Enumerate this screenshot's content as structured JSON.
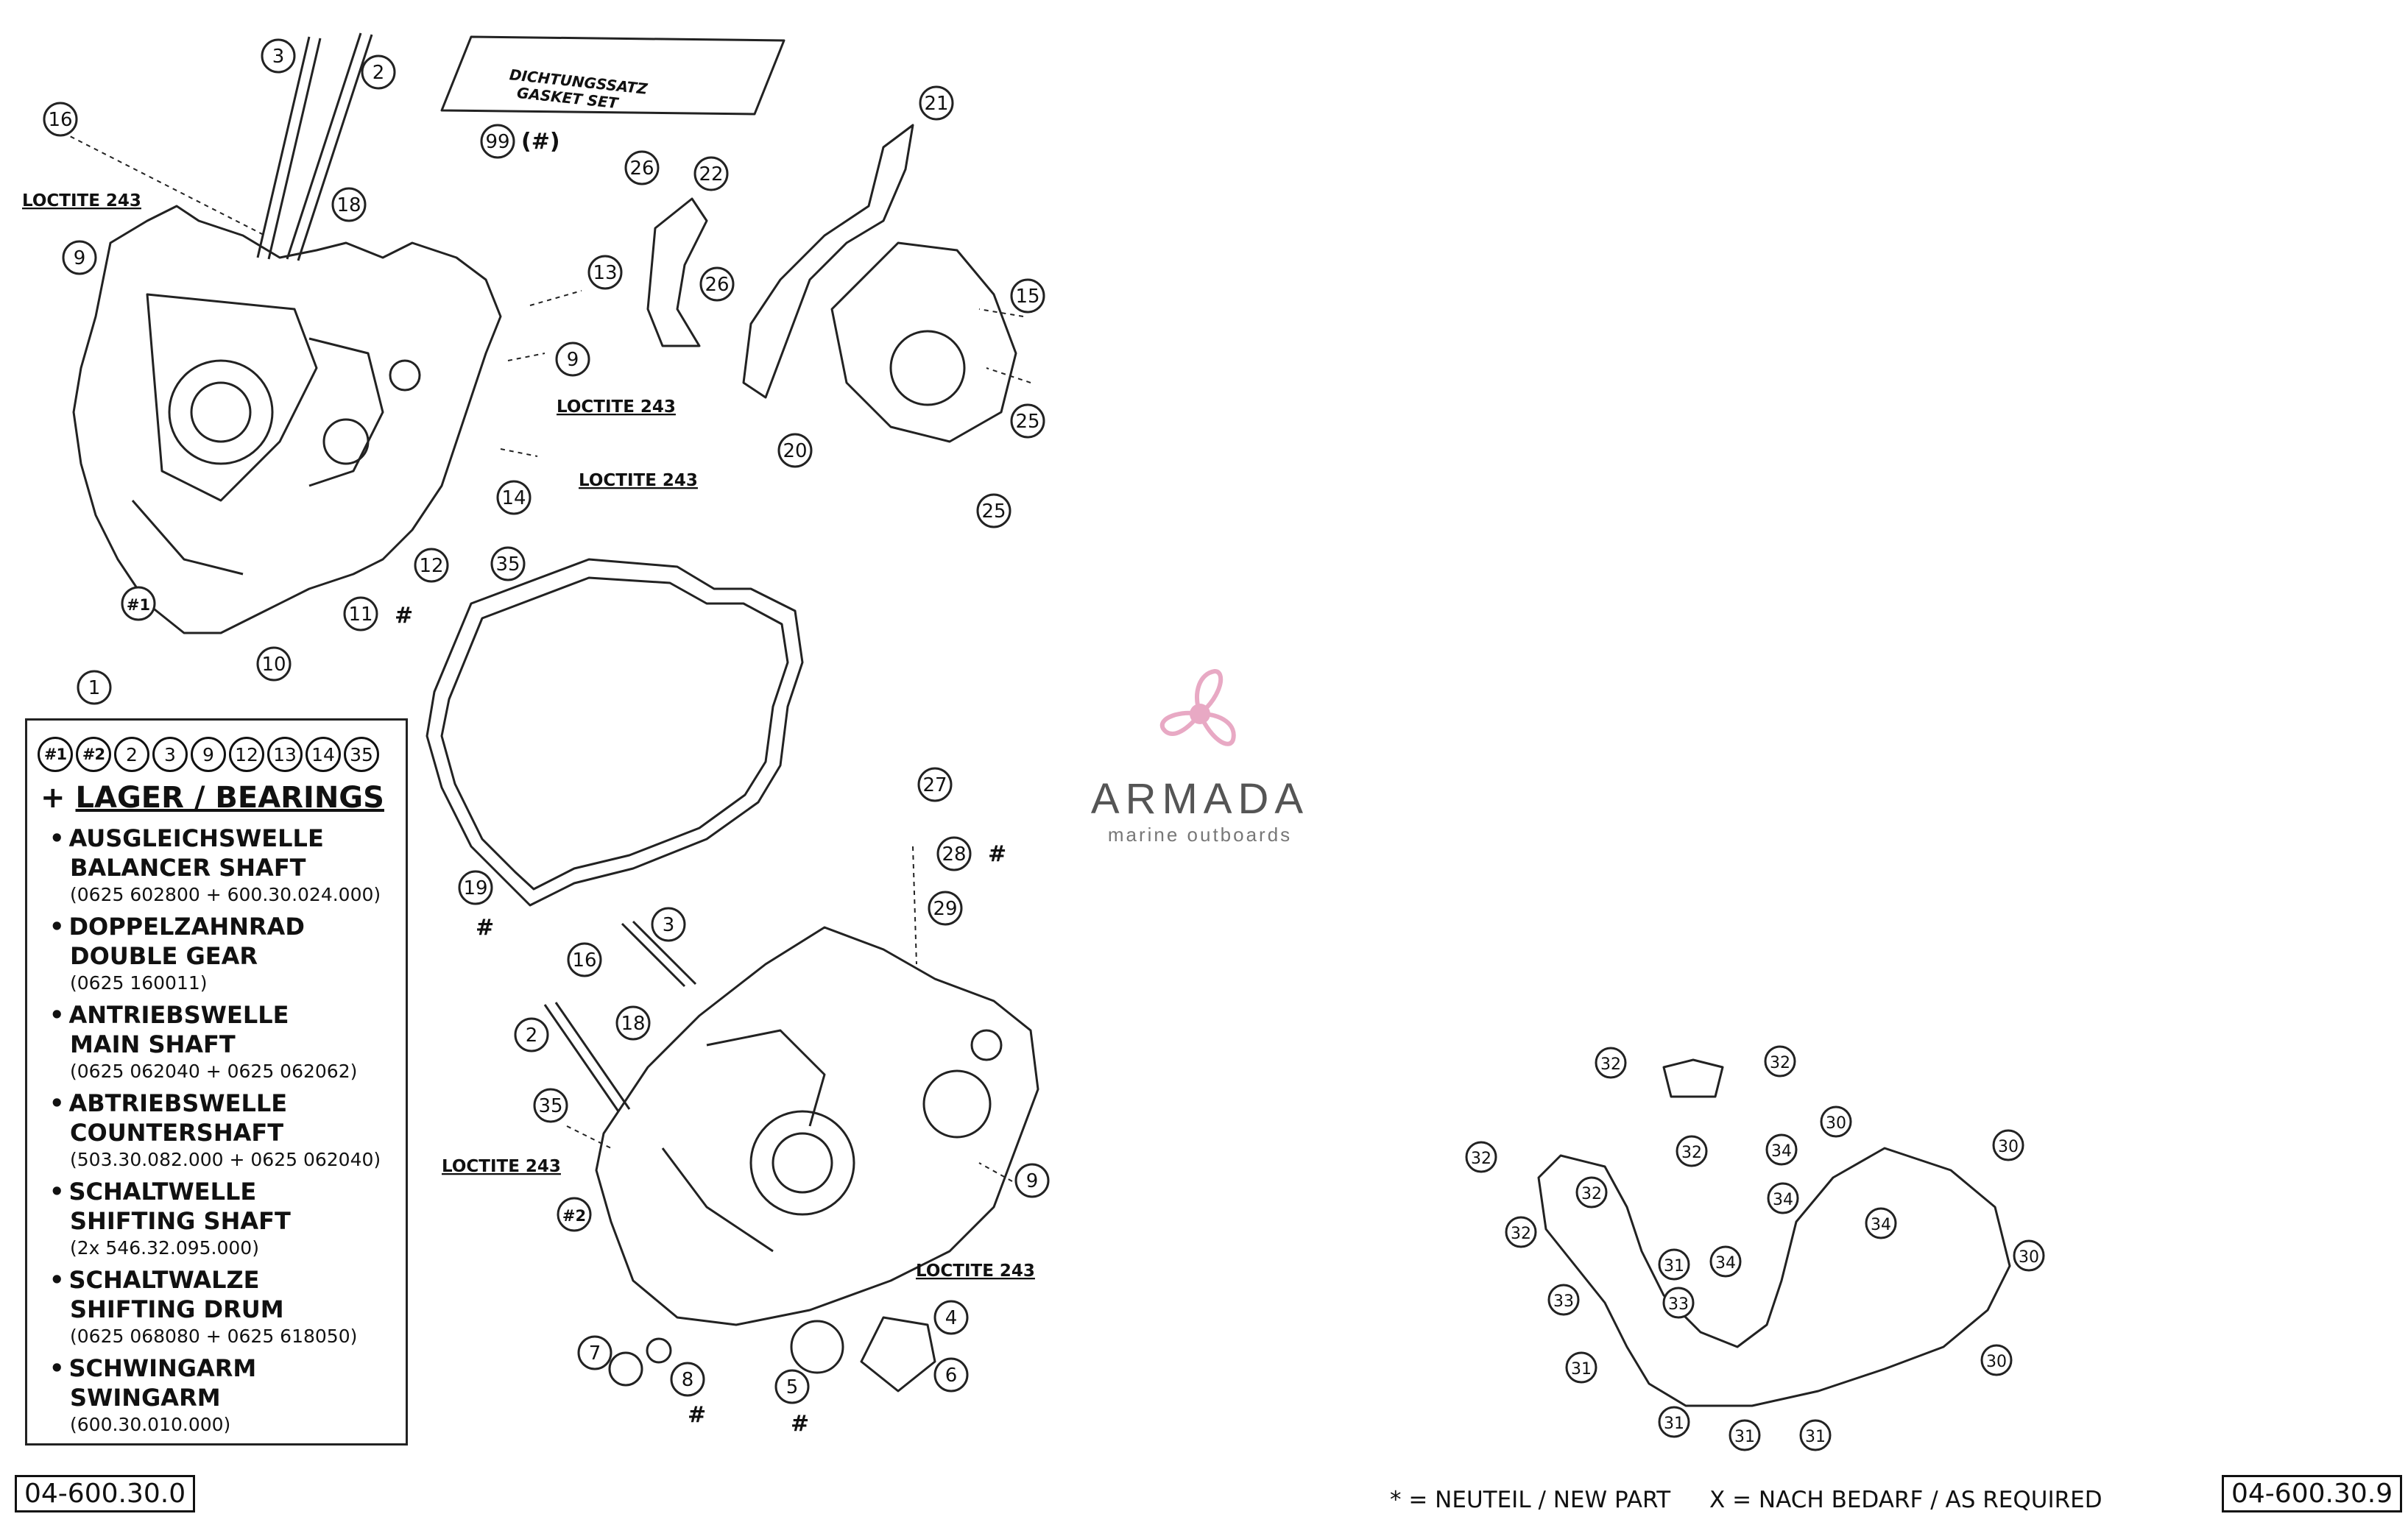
{
  "callouts": [
    {
      "label": "16"
    },
    {
      "label": "3"
    },
    {
      "label": "2"
    },
    {
      "label": "18"
    },
    {
      "label": "9"
    },
    {
      "label": "13"
    },
    {
      "label": "9"
    },
    {
      "label": "14"
    },
    {
      "label": "35"
    },
    {
      "label": "12"
    },
    {
      "label": "11"
    },
    {
      "label": "10"
    },
    {
      "label": "#1"
    },
    {
      "label": "1"
    },
    {
      "label": "99"
    },
    {
      "label": "26"
    },
    {
      "label": "22"
    },
    {
      "label": "26"
    },
    {
      "label": "21"
    },
    {
      "label": "15"
    },
    {
      "label": "20"
    },
    {
      "label": "25"
    },
    {
      "label": "25"
    },
    {
      "label": "19"
    },
    {
      "label": "27"
    },
    {
      "label": "28"
    },
    {
      "label": "29"
    },
    {
      "label": "3"
    },
    {
      "label": "16"
    },
    {
      "label": "2"
    },
    {
      "label": "18"
    },
    {
      "label": "35"
    },
    {
      "label": "#2"
    },
    {
      "label": "9"
    },
    {
      "label": "7"
    },
    {
      "label": "8"
    },
    {
      "label": "5"
    },
    {
      "label": "4"
    },
    {
      "label": "6"
    },
    {
      "label": "32"
    },
    {
      "label": "32"
    },
    {
      "label": "32"
    },
    {
      "label": "32"
    },
    {
      "label": "32"
    },
    {
      "label": "32"
    },
    {
      "label": "30"
    },
    {
      "label": "30"
    },
    {
      "label": "30"
    },
    {
      "label": "30"
    },
    {
      "label": "34"
    },
    {
      "label": "34"
    },
    {
      "label": "34"
    },
    {
      "label": "34"
    },
    {
      "label": "31"
    },
    {
      "label": "31"
    },
    {
      "label": "31"
    },
    {
      "label": "31"
    },
    {
      "label": "31"
    },
    {
      "label": "33"
    },
    {
      "label": "33"
    }
  ],
  "loctite": [
    {
      "text": "LOCTITE 243"
    },
    {
      "text": "LOCTITE 243"
    },
    {
      "text": "LOCTITE 243"
    },
    {
      "text": "LOCTITE 243"
    },
    {
      "text": "LOCTITE 243"
    }
  ],
  "hash_marks": [
    "(#)",
    "#",
    "#",
    "#",
    "#",
    "#"
  ],
  "gasket_set": {
    "line1": "DICHTUNGSSATZ",
    "line2": "GASKET SET"
  },
  "legend": {
    "circles": [
      "#1",
      "#2",
      "2",
      "3",
      "9",
      "12",
      "13",
      "14",
      "35"
    ],
    "plus": "+",
    "heading": "LAGER / BEARINGS",
    "items": [
      {
        "de": "AUSGLEICHSWELLE",
        "en": "BALANCER SHAFT",
        "pn": "(0625 602800 + 600.30.024.000)"
      },
      {
        "de": "DOPPELZAHNRAD",
        "en": "DOUBLE GEAR",
        "pn": "(0625 160011)"
      },
      {
        "de": "ANTRIEBSWELLE",
        "en": "MAIN SHAFT",
        "pn": "(0625 062040 + 0625 062062)"
      },
      {
        "de": "ABTRIEBSWELLE",
        "en": "COUNTERSHAFT",
        "pn": "(503.30.082.000 + 0625 062040)"
      },
      {
        "de": "SCHALTWELLE",
        "en": "SHIFTING SHAFT",
        "pn": "(2x  546.32.095.000)"
      },
      {
        "de": "SCHALTWALZE",
        "en": "SHIFTING DRUM",
        "pn": "(0625 068080 + 0625 618050)"
      },
      {
        "de": "SCHWINGARM",
        "en": "SWINGARM",
        "pn": "(600.30.010.000)"
      }
    ]
  },
  "codes": {
    "left": "04-600.30.0",
    "right": "04-600.30.9"
  },
  "footnotes": {
    "new_part": "* = NEUTEIL / NEW PART",
    "as_required": "X = NACH BEDARF / AS REQUIRED"
  },
  "brand": {
    "name": "ARMADA",
    "sub": "marine outboards",
    "color": "#e8a9c4"
  },
  "colors": {
    "line": "#222222",
    "callout_fill": "#ffffff"
  }
}
